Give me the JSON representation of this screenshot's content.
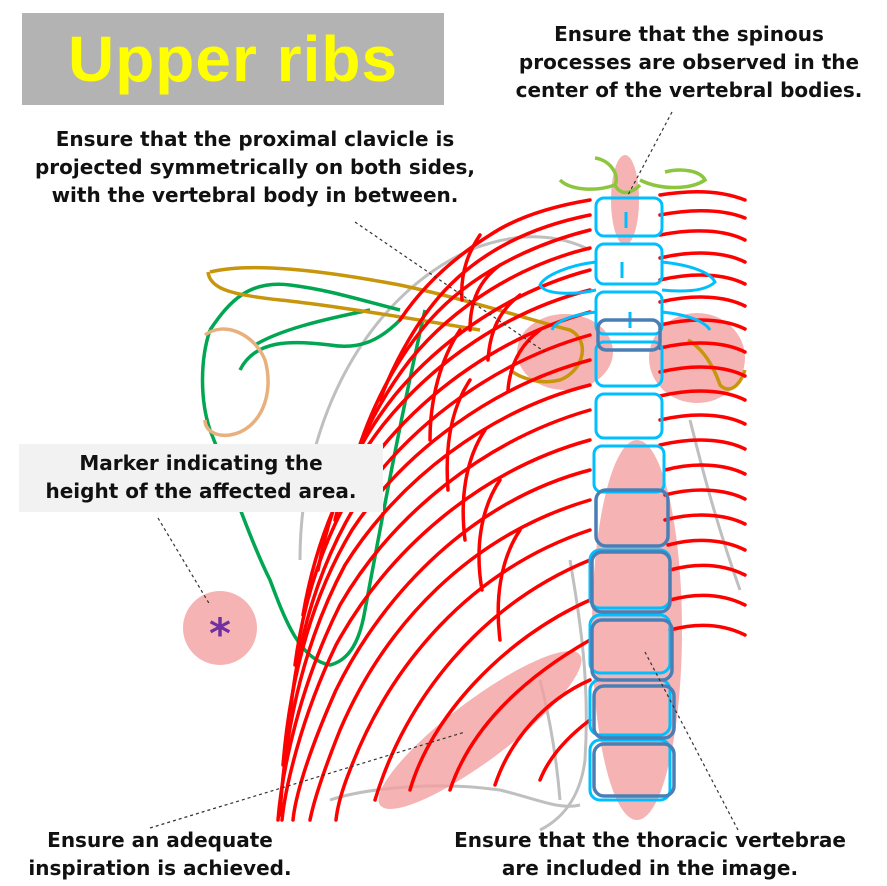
{
  "title": "Upper ribs",
  "annotations": {
    "spinous": [
      "Ensure that the spinous",
      "processes are observed in the",
      "center of the vertebral bodies."
    ],
    "clavicle": [
      "Ensure that the proximal clavicle is",
      "projected symmetrically on both sides,",
      "with the vertebral body in between."
    ],
    "marker": [
      "Marker indicating the",
      "height of the affected area."
    ],
    "inspiration": [
      "Ensure an adequate",
      "inspiration is achieved."
    ],
    "thoracic": [
      "Ensure that the thoracic vertebrae",
      "are included in the image."
    ]
  },
  "marker_symbol": "*",
  "colors": {
    "title_bg": "#b3b3b3",
    "title_text": "#ffff00",
    "ribs": "#ff0000",
    "vertebrae": "#00bfff",
    "lower_vertebrae": "#4a7fb5",
    "scapula": "#00a651",
    "clavicle": "#c8960c",
    "humeral_head": "#e8b07c",
    "spinous_top": "#8cc63f",
    "highlight": "#f4a0a0",
    "marker": "#7030a0",
    "soft_tissue": "#bfbfbf"
  }
}
